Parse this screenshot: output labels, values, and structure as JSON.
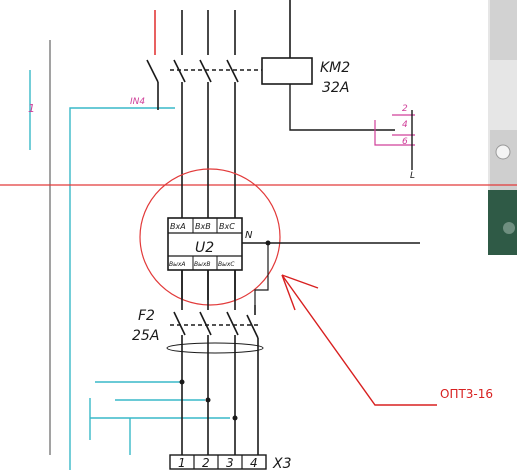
{
  "labels": {
    "contactor_name": "KM2",
    "contactor_rating": "32A",
    "line_label": "IN4",
    "left_marker": "1",
    "right_term_2": "2",
    "right_term_4": "4",
    "right_term_6": "6",
    "right_mark_L": "L",
    "meter_name": "U2",
    "meter_in_a": "ВхА",
    "meter_in_b": "ВхВ",
    "meter_in_c": "ВхС",
    "meter_out_a": "ВыхА",
    "meter_out_b": "ВыхВ",
    "meter_out_c": "ВыхС",
    "meter_n": "N",
    "breaker_name": "F2",
    "breaker_rating": "25A",
    "terminal_1": "1",
    "terminal_2": "2",
    "terminal_3": "3",
    "terminal_4": "4",
    "terminal_block": "X3",
    "callout_text": "ОПТ3-16"
  },
  "colors": {
    "wire": "#1a1a1a",
    "highlight": "#e23a3a",
    "cyan": "#39b8c8",
    "magenta": "#d0409a",
    "callout": "#d82020",
    "photo_panel": "#dcdcdc"
  },
  "photo": {
    "description_icon": "device-photo-fragment"
  }
}
